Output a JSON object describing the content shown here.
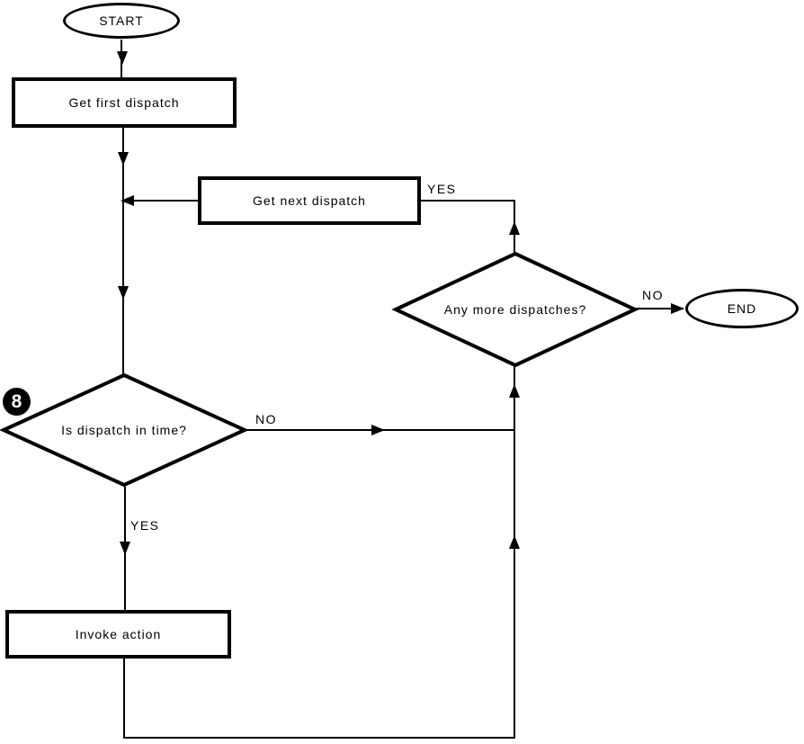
{
  "diagram": {
    "type": "flowchart",
    "background_color": "#ffffff",
    "line_color": "#000000",
    "text_color": "#000000",
    "badge": {
      "value": "8",
      "fill_color": "#000000",
      "text_color": "#ffffff"
    },
    "nodes": {
      "start": {
        "shape": "terminator",
        "label": "START"
      },
      "get_first_dispatch": {
        "shape": "process",
        "label": "Get first dispatch"
      },
      "get_next_dispatch": {
        "shape": "process",
        "label": "Get next dispatch"
      },
      "any_more_dispatches": {
        "shape": "decision",
        "label": "Any more dispatches?"
      },
      "is_dispatch_in_time": {
        "shape": "decision",
        "label": "Is dispatch in time?"
      },
      "invoke_action": {
        "shape": "process",
        "label": "Invoke action"
      },
      "end": {
        "shape": "terminator",
        "label": "END"
      }
    },
    "edges": [
      {
        "from": "start",
        "to": "get_first_dispatch",
        "label": ""
      },
      {
        "from": "get_first_dispatch",
        "to": "is_dispatch_in_time",
        "label": ""
      },
      {
        "from": "any_more_dispatches",
        "to": "get_next_dispatch",
        "label": "YES"
      },
      {
        "from": "get_next_dispatch",
        "to": "is_dispatch_in_time",
        "label": ""
      },
      {
        "from": "is_dispatch_in_time",
        "to": "any_more_dispatches",
        "label": "NO"
      },
      {
        "from": "is_dispatch_in_time",
        "to": "invoke_action",
        "label": "YES"
      },
      {
        "from": "invoke_action",
        "to": "any_more_dispatches",
        "label": ""
      },
      {
        "from": "any_more_dispatches",
        "to": "end",
        "label": "NO"
      }
    ]
  }
}
